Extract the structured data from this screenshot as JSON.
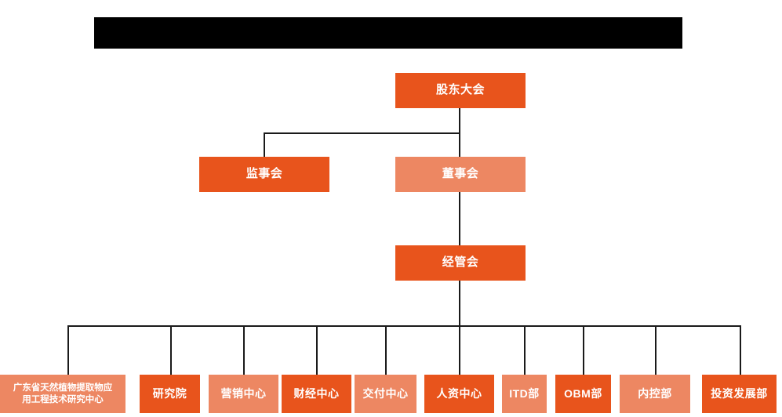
{
  "chart_data": {
    "type": "diagram",
    "title": "",
    "subtype": "organization-chart",
    "orientation": "top-down",
    "levels": 4,
    "node_count": 14
  },
  "header": {
    "redacted_title": ""
  },
  "colors": {
    "deep_orange": "#E8541C",
    "light_orange": "#ED8762",
    "connector": "#1A1A1A",
    "background": "#FFFFFF",
    "redaction": "#000000",
    "text": "#FFFFFF"
  },
  "chart": {
    "level1": {
      "shareholders_meeting": "股东大会"
    },
    "level2": {
      "supervisory_board": "监事会",
      "board_of_directors": "董事会"
    },
    "level3": {
      "management_committee": "经管会"
    },
    "departments": [
      {
        "label": "广东省天然植物提取物应\n用工程技术研究中心",
        "line1": "广东省天然植物提取物应",
        "line2": "用工程技术研究中心",
        "tone": "light",
        "multiline": true
      },
      {
        "label": "研究院",
        "tone": "deep",
        "multiline": false
      },
      {
        "label": "营销中心",
        "tone": "light",
        "multiline": false
      },
      {
        "label": "财经中心",
        "tone": "deep",
        "multiline": false
      },
      {
        "label": "交付中心",
        "tone": "light",
        "multiline": false
      },
      {
        "label": "人资中心",
        "tone": "deep",
        "multiline": false
      },
      {
        "label": "ITD部",
        "tone": "light",
        "multiline": false
      },
      {
        "label": "OBM部",
        "tone": "deep",
        "multiline": false
      },
      {
        "label": "内控部",
        "tone": "light",
        "multiline": false
      },
      {
        "label": "投资发展部",
        "tone": "deep",
        "multiline": false
      }
    ]
  }
}
